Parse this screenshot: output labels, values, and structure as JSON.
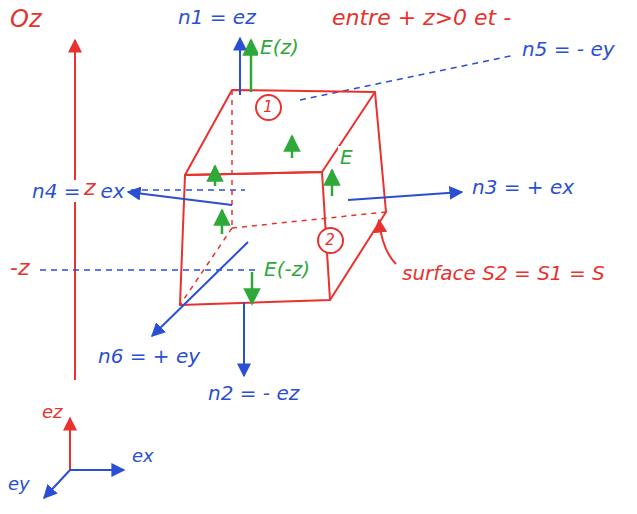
{
  "diagram": {
    "nodes": [
      {
        "text": [
          "1"
        ]
      },
      {
        "text": [
          "2"
        ]
      }
    ],
    "labels": [
      "Oz",
      "entre + z>0 et -",
      "n1 = ez",
      "E(z)",
      "n5 = - ey",
      "E",
      "n3 = + ex",
      "n4 = - ex",
      "z",
      "-z",
      "E(-z)",
      "n6 = + ey",
      "n2 = - ez",
      "surface S2 = S1 = S",
      "ez",
      "ex",
      "ey"
    ]
  }
}
